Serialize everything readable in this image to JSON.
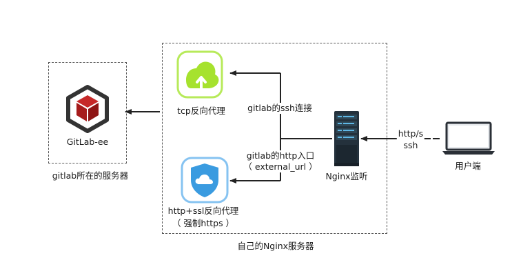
{
  "gitlab_box": {
    "app_label": "GitLab-ee",
    "caption": "gitlab所在的服务器"
  },
  "nginx_box": {
    "caption": "自己的Nginx服务器",
    "tcp_proxy_label": "tcp反向代理",
    "https_proxy_line1": "http+ssl反向代理",
    "https_proxy_line2": "（ 强制https ）",
    "nginx_label": "Nginx监听",
    "ssh_link_label": "gitlab的ssh连接",
    "http_entry_line1": "gitlab的http入口",
    "http_entry_line2": "（ external_url ）"
  },
  "user": {
    "label": "用户端",
    "protocol_line1": "http/s",
    "protocol_line2": "ssh"
  },
  "colors": {
    "tcp_green": "#a6e22e",
    "shield_blue": "#3a9be0",
    "cube_red": "#b71c1c",
    "server_dark": "#24313c",
    "arrow": "#222222"
  }
}
